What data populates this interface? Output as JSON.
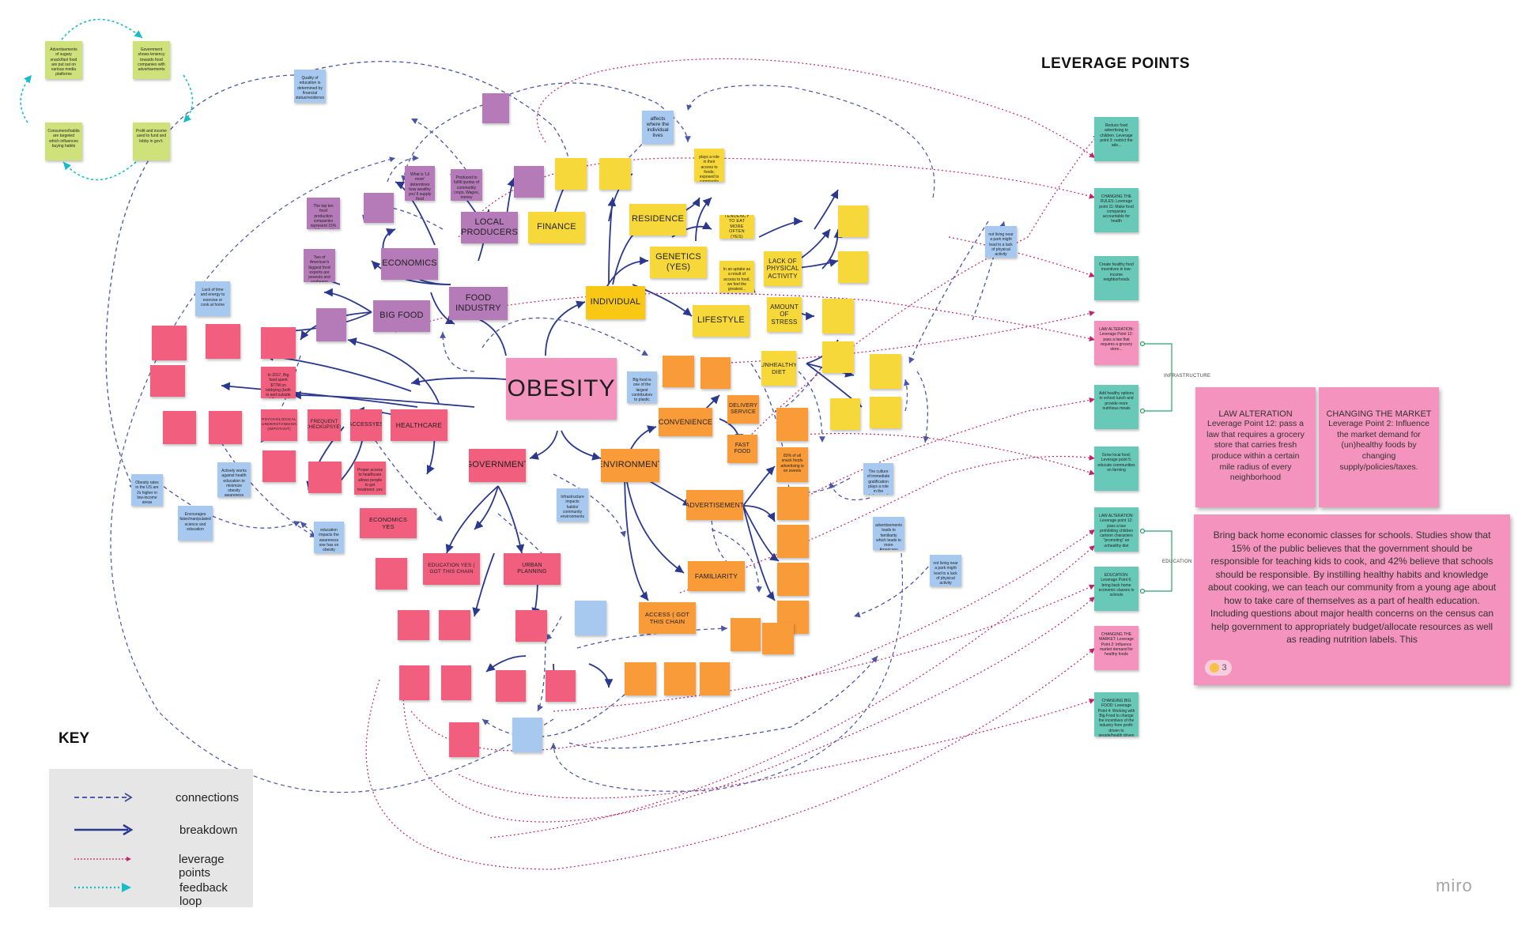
{
  "titles": {
    "leverage": "LEVERAGE POINTS",
    "key": "KEY",
    "brand": "miro"
  },
  "core": {
    "obesity": "OBESITY"
  },
  "categories": {
    "individual": "INDIVIDUAL",
    "food_industry": "FOOD INDUSTRY",
    "government": "GOVERNMENT",
    "environment": "ENVIRONMENT",
    "economics": "ECONOMICS",
    "big_food": "BIG FOOD",
    "local_producers": "LOCAL PRODUCERS",
    "finance": "FINANCE",
    "residence": "RESIDENCE",
    "genetics": "GENETICS (yes)",
    "lifestyle": "LIFESTYLE",
    "lack_activity": "LACK OF PHYSICAL ACTIVITY",
    "stress": "AMOUNT OF STRESS",
    "unhealthy_diet": "UNHEALTHY DIET",
    "convenience": "CONVENIENCE",
    "delivery": "DELIVERY SERVICE",
    "fast_food": "FAST FOOD",
    "advertisement": "ADVERTISEMENT",
    "familiarity": "FAMILIARITY",
    "access_chain": "ACCESS ( got this chain",
    "healthcare": "HEALTHCARE",
    "access_yes": "ACCESSyes",
    "frequent_checkups": "FREQUENT CHECKUPSyes",
    "psych": "PSYCHOLOGICAL UNDERSTANDING (impotant)",
    "economics_yes": "ECONOMICS yes",
    "education": "EDUCATION yes ( got this chain",
    "urban_planning": "URBAN PLANNING",
    "tendency": "TENDENCY TO EAT MORE OFTEN (yes)"
  },
  "notes": {
    "advert_loop": "Advertisements of sugary snack/fast food are put out on various media platforms",
    "gov_loop": "Government shows leniency towards food companies with advertisements",
    "consumers_loop": "Consumers/habits are targeted which influences buying habits",
    "profit_loop": "Profit and income used to fund and lobby in gov't.",
    "quality_edu": "Quality of education is determined by financial status/residence",
    "affects_where": "affects where the individual lives",
    "not_living_1": "not living near a park might lead to a lack of physical activity",
    "not_living_2": "not living near a park might lead to a lack of physical activity",
    "big_food_plastic": "Big food is one of the largest contributors to plastic waste",
    "infrastructure": "Infrastructure impacts habits/ community environments",
    "education_impacts": "education impacts the awareness one has on obesity",
    "encourages": "Encourages false/manipulated science and education",
    "actively_works": "Actively works against health education to minimize obesity awareness",
    "ecig": "The top ten food production companies represent 15% of the world market",
    "two_americans": "Two of American's biggest food exports are peanuts and soybeans",
    "what_is": "What is 'Lil more' determines how wealthy you' ll supply food",
    "produced_to": "Produced to fulfill quotas of commodity crops, Wages, money",
    "proper_access": "Proper access to healthcare allows people to get treatment. yes",
    "frequent_note": "In 2017, Big food spent $77M on lobbying (both in and outside of Congress)",
    "unhealthy_percent": "83% of all snack foods advertising is on sweets",
    "culture_of": "The culture of immediate gratification plays a role in the behavior of children",
    "advertisements_lead": "advertisements leads to familiarity which leads to more Americans consuming sugar",
    "obesity_rates": "Obesity rates in the US are 2x higher in low-income areas",
    "plays_role": "plays a role in their access to foods; exposed to community values (yes)",
    "in_uptake": "In an uptake as a result of access to food, we feel the greatest...",
    "lack_of_time": "Lack of time and energy to exercise or cook at home"
  },
  "leverage_notes": {
    "lp1": "Reduce food advertising to children. Leverage point 3: restrict the ads...",
    "lp2": "CHANGING THE RULES: Leverage point 11: Make food companies accountable for health",
    "lp3": "Create healthy food incentives in low-income neighborhoods",
    "lp4": "LAW ALTERATION: Leverage Point 12: pass a law that requires a grocery store...",
    "lp5": "Add healthy options to school lunch and provide more nutritious meals",
    "lp6": "Grow local food; Leverage point 5: educate communities on farming",
    "lp7": "LAW ALTERATION: Leverage point 12: pass a law prohibiting children cartoon characters \"promoting\" an unhealthy diet",
    "lp8": "EDUCATION: Leverage Point 6: bring back home economic classes in schools",
    "lp9": "CHANGING THE MARKET: Leverage Point 2: Influence market demand for healthy foods",
    "lp10": "CHANGING BIG FOOD: Leverage Point 4: Working with Big Food to change the incentives of the industry from profit-driven to people/health driven"
  },
  "side_labels": {
    "infrastructure": "INFRASTRUCTURE",
    "education": "EDUCATION"
  },
  "large_notes": {
    "law_title": "LAW ALTERATION",
    "law_body": "Leverage Point 12: pass a law that requires a grocery store that carries fresh produce within a certain mile radius of every neighborhood",
    "market_title": "CHANGING THE MARKET",
    "market_body": "Leverage Point 2: Influence the market demand for (un)healthy foods by changing supply/policies/taxes.",
    "education_text": "Bring back home economic classes for schools. Studies show that 15% of the public believes that the government should be responsible for teaching kids to cook, and 42% believe that schools should be responsible. By instilling healthy habits and knowledge about cooking, we can teach our community from a young age about how to take care of themselves as a part of health education. Including questions about major health concerns  on the census can help government to appropriately budget/allocate resources as well as reading nutrition labels. This",
    "reaction_count": "3"
  },
  "key": {
    "connections": "connections",
    "breakdown": "breakdown",
    "leverage": "leverage points",
    "feedback": "feedback loop"
  },
  "colors": {
    "breakdown": "#2b3890",
    "connection": "#3c47a0",
    "leverage": "#c0246a",
    "feedback": "#16bcc8",
    "teal_connector": "#2fa06e"
  }
}
